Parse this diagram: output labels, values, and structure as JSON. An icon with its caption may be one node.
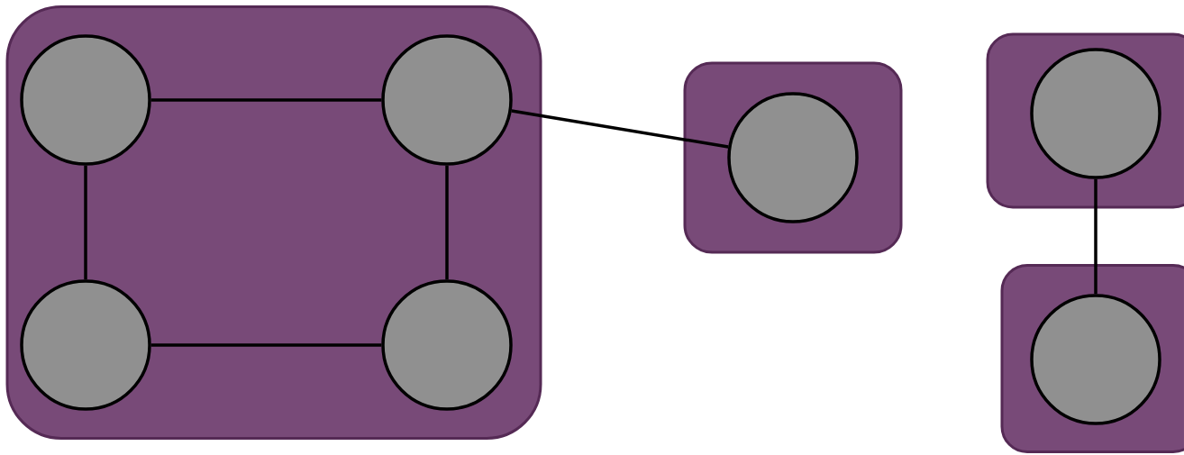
{
  "diagram": {
    "nodes": [
      {
        "text": [],
        "shape": "box"
      },
      {
        "text": [],
        "shape": "circle",
        "in": 0
      },
      {
        "text": [],
        "shape": "circle",
        "in": 0
      },
      {
        "text": [],
        "shape": "circle",
        "in": 0
      },
      {
        "text": [],
        "shape": "circle",
        "in": 0
      },
      {
        "text": [],
        "shape": "box"
      },
      {
        "text": [],
        "shape": "circle",
        "in": 5
      },
      {
        "text": [],
        "shape": "box"
      },
      {
        "text": [],
        "shape": "circle",
        "in": 7
      },
      {
        "text": [],
        "shape": "box"
      },
      {
        "text": [],
        "shape": "circle",
        "in": 9
      }
    ],
    "edges": [
      {
        "from": 1,
        "to": 2,
        "arrow": "none"
      },
      {
        "from": 1,
        "to": 3,
        "arrow": "none"
      },
      {
        "from": 2,
        "to": 4,
        "arrow": "none"
      },
      {
        "from": 3,
        "to": 4,
        "arrow": "none"
      },
      {
        "from": 2,
        "to": 6,
        "arrow": "none"
      },
      {
        "from": 8,
        "to": 10,
        "arrow": "none"
      }
    ]
  }
}
